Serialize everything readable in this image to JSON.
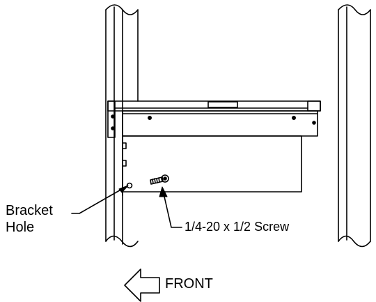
{
  "diagram": {
    "labels": {
      "bracket_line1": "Bracket",
      "bracket_line2": "Hole",
      "screw": "1/4-20 x 1/2 Screw",
      "direction": "FRONT"
    },
    "colors": {
      "ink": "#000000",
      "background": "#ffffff"
    },
    "icons": [
      "front-arrow-icon",
      "screw-icon"
    ]
  }
}
